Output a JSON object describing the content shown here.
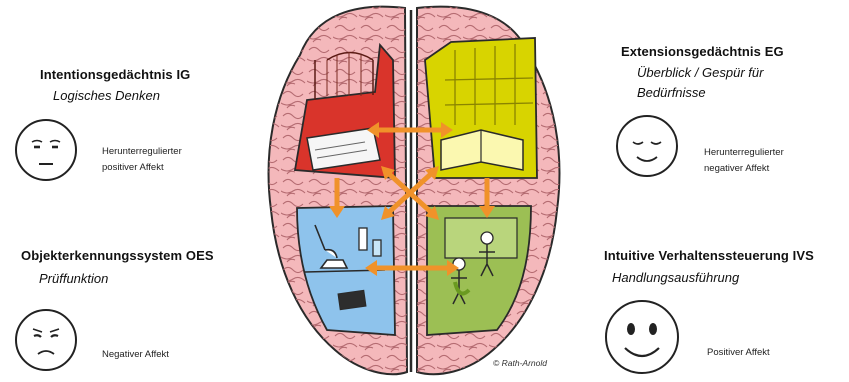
{
  "quadrants": {
    "ig": {
      "title": "Intentionsgedächtnis IG",
      "subtitle": "Logisches Denken",
      "affect_line1": "Herunterregulierter",
      "affect_line2": "positiver Affekt",
      "face": "neutral-face-icon"
    },
    "eg": {
      "title": "Extensionsgedächtnis EG",
      "subtitle_line1": "Überblick / Gespür für",
      "subtitle_line2": "Bedürfnisse",
      "affect_line1": "Herunterregulierter",
      "affect_line2": "negativer Affekt",
      "face": "calm-smile-face-icon"
    },
    "oes": {
      "title": "Objekterkennungssystem OES",
      "subtitle": "Prüffunktion",
      "affect": "Negativer Affekt",
      "face": "frowning-face-icon"
    },
    "ivs": {
      "title": "Intuitive Verhaltenssteuerung IVS",
      "subtitle": "Handlungsausführung",
      "affect": "Positiver Affekt",
      "face": "happy-face-icon"
    }
  },
  "brain": {
    "credit": "© Rath-Arnold",
    "colors": {
      "tissue": "#f4b8bb",
      "outline": "#2a2a2a",
      "red_region": "#d9342b",
      "yellow_region": "#d8d400",
      "blue_region": "#8ec3ec",
      "green_region": "#9cbf54",
      "arrow": "#f0922a"
    }
  }
}
